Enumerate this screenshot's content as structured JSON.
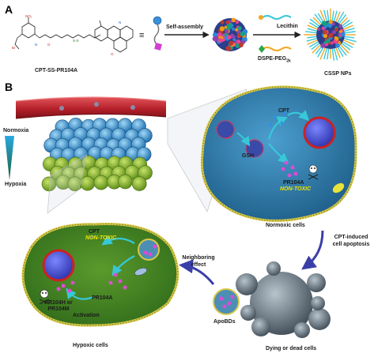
{
  "panels": {
    "a": "A",
    "b": "B"
  },
  "panel_a": {
    "compound": "CPT-SS-PR104A",
    "equiv": "≡",
    "self_assembly": "Self-assembly",
    "lecithin": "Lecithin",
    "dspe_peg": "DSPE-PEG",
    "dspe_sub": "2k",
    "nps": "CSSP NPs"
  },
  "panel_b": {
    "normoxia": "Normoxia",
    "hypoxia": "Hypoxia",
    "normoxic_cell": {
      "cpt": "CPT",
      "gsh": "GSH",
      "pr104a": "PR104A",
      "non_toxic": "NON-TOXIC",
      "caption": "Normoxic cells"
    },
    "apoptosis": "CPT-induced cell apoptosis",
    "dying_caption": "Dying or dead cells",
    "apobds": "ApoBDs",
    "neighboring": "Neighboring effect",
    "hypoxic_cell": {
      "cpt": "CPT",
      "non_toxic": "NON-TOXIC",
      "pr104a": "PR104A",
      "pr104h": "PR104H or",
      "pr104m": "PR104M",
      "activation": "Activation",
      "caption": "Hypoxic cells"
    }
  },
  "colors": {
    "cell_blue": "#2e7eb0",
    "cell_green": "#3f7d22",
    "membrane_yellow": "#d9c84a",
    "vessel_red": "#b5202a",
    "nucleus_blue": "#3f4fd0",
    "drug_pink": "#e04ad6",
    "drug_blue": "#2f8fe6",
    "nontoxic_yellow": "#f3e400",
    "arrow_cyan": "#37c8d8",
    "arrow_navy": "#3a3fa8"
  }
}
